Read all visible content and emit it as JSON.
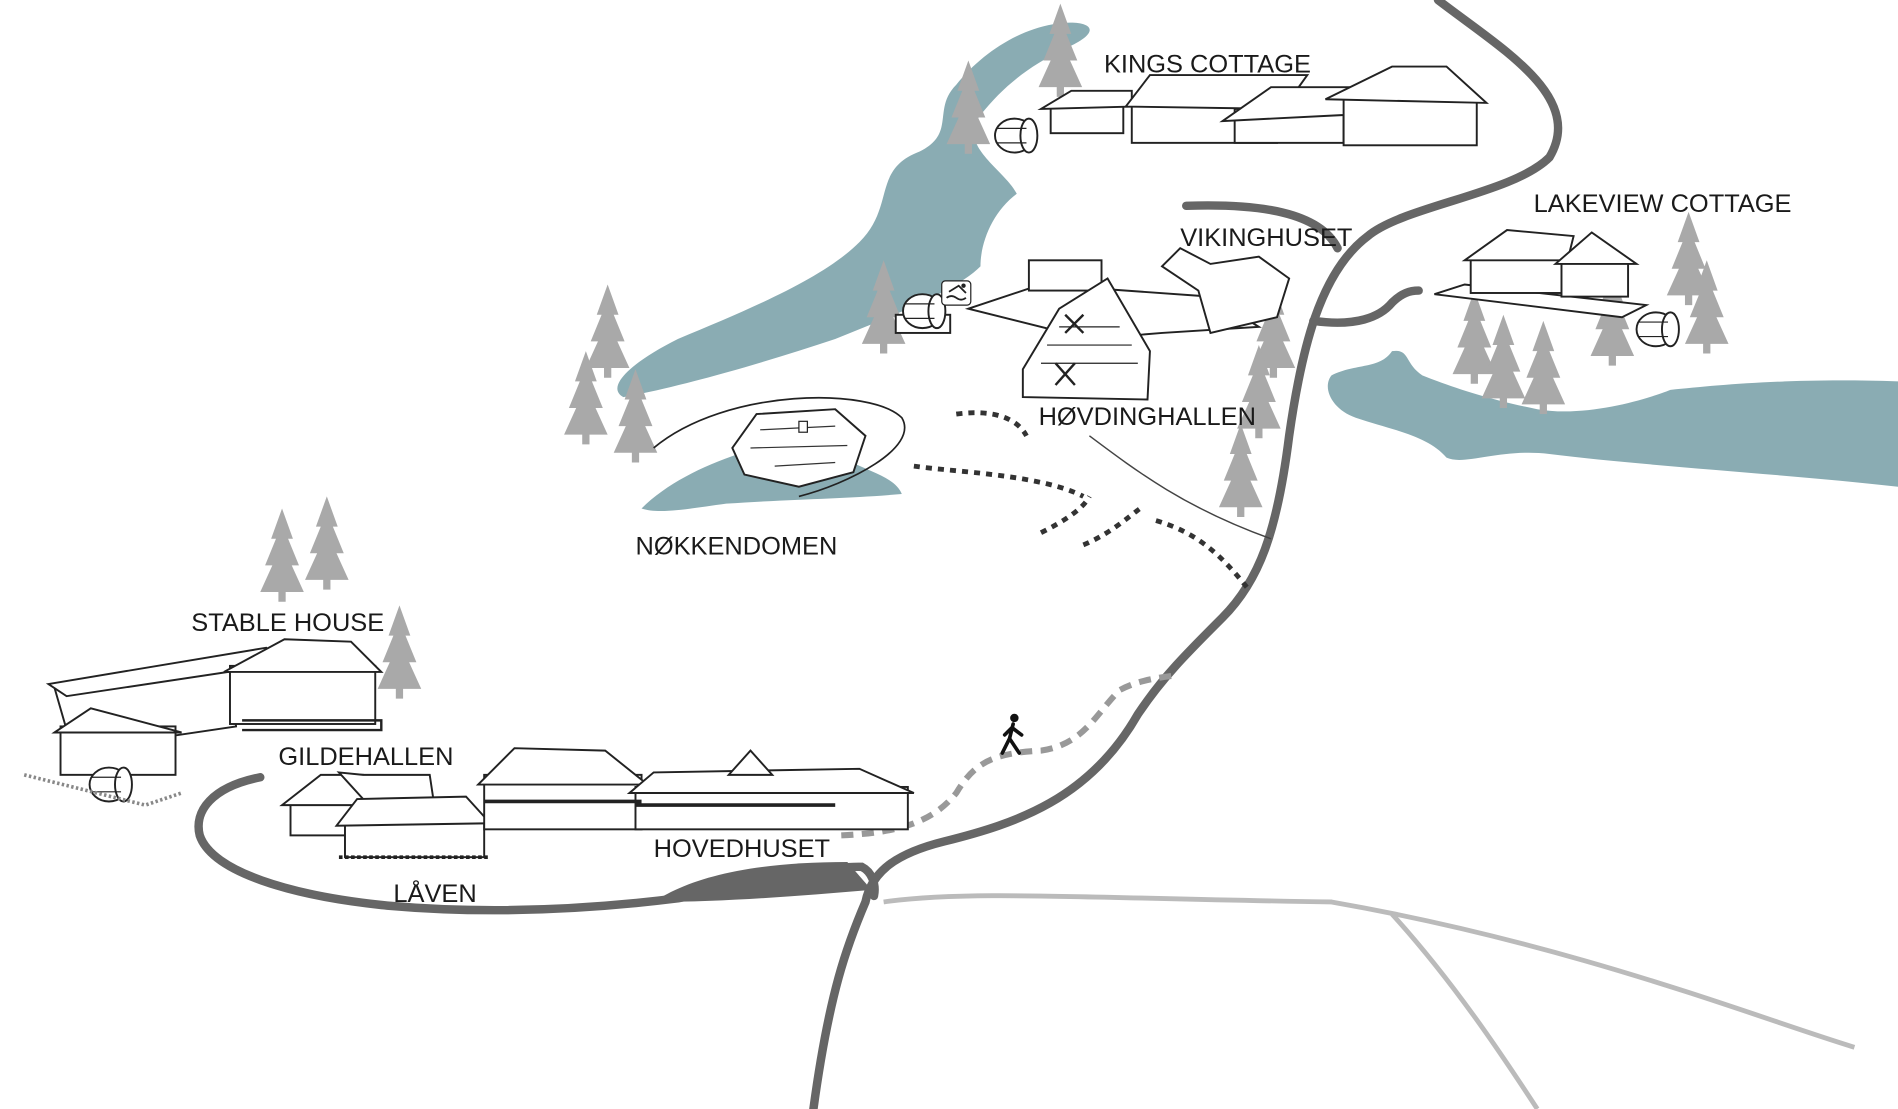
{
  "map": {
    "labels": {
      "kings_cottage": "KINGS COTTAGE",
      "lakeview_cottage": "LAKEVIEW COTTAGE",
      "vikinghuset": "VIKINGHUSET",
      "hovdinghallen": "HØVDINGHALLEN",
      "nokkendomen": "NØKKENDOMEN",
      "stable_house": "STABLE HOUSE",
      "gildehallen": "GILDEHALLEN",
      "hovedhuset": "HOVEDHUSET",
      "laven": "LÅVEN"
    },
    "colors": {
      "lake": "#8aacb3",
      "road": "#666666",
      "minor_road": "#bbbbbb",
      "tree": "#a9a9a9"
    },
    "icons": [
      "tree-icon",
      "barrel-sauna-icon",
      "swimming-icon",
      "walking-person-icon"
    ]
  }
}
